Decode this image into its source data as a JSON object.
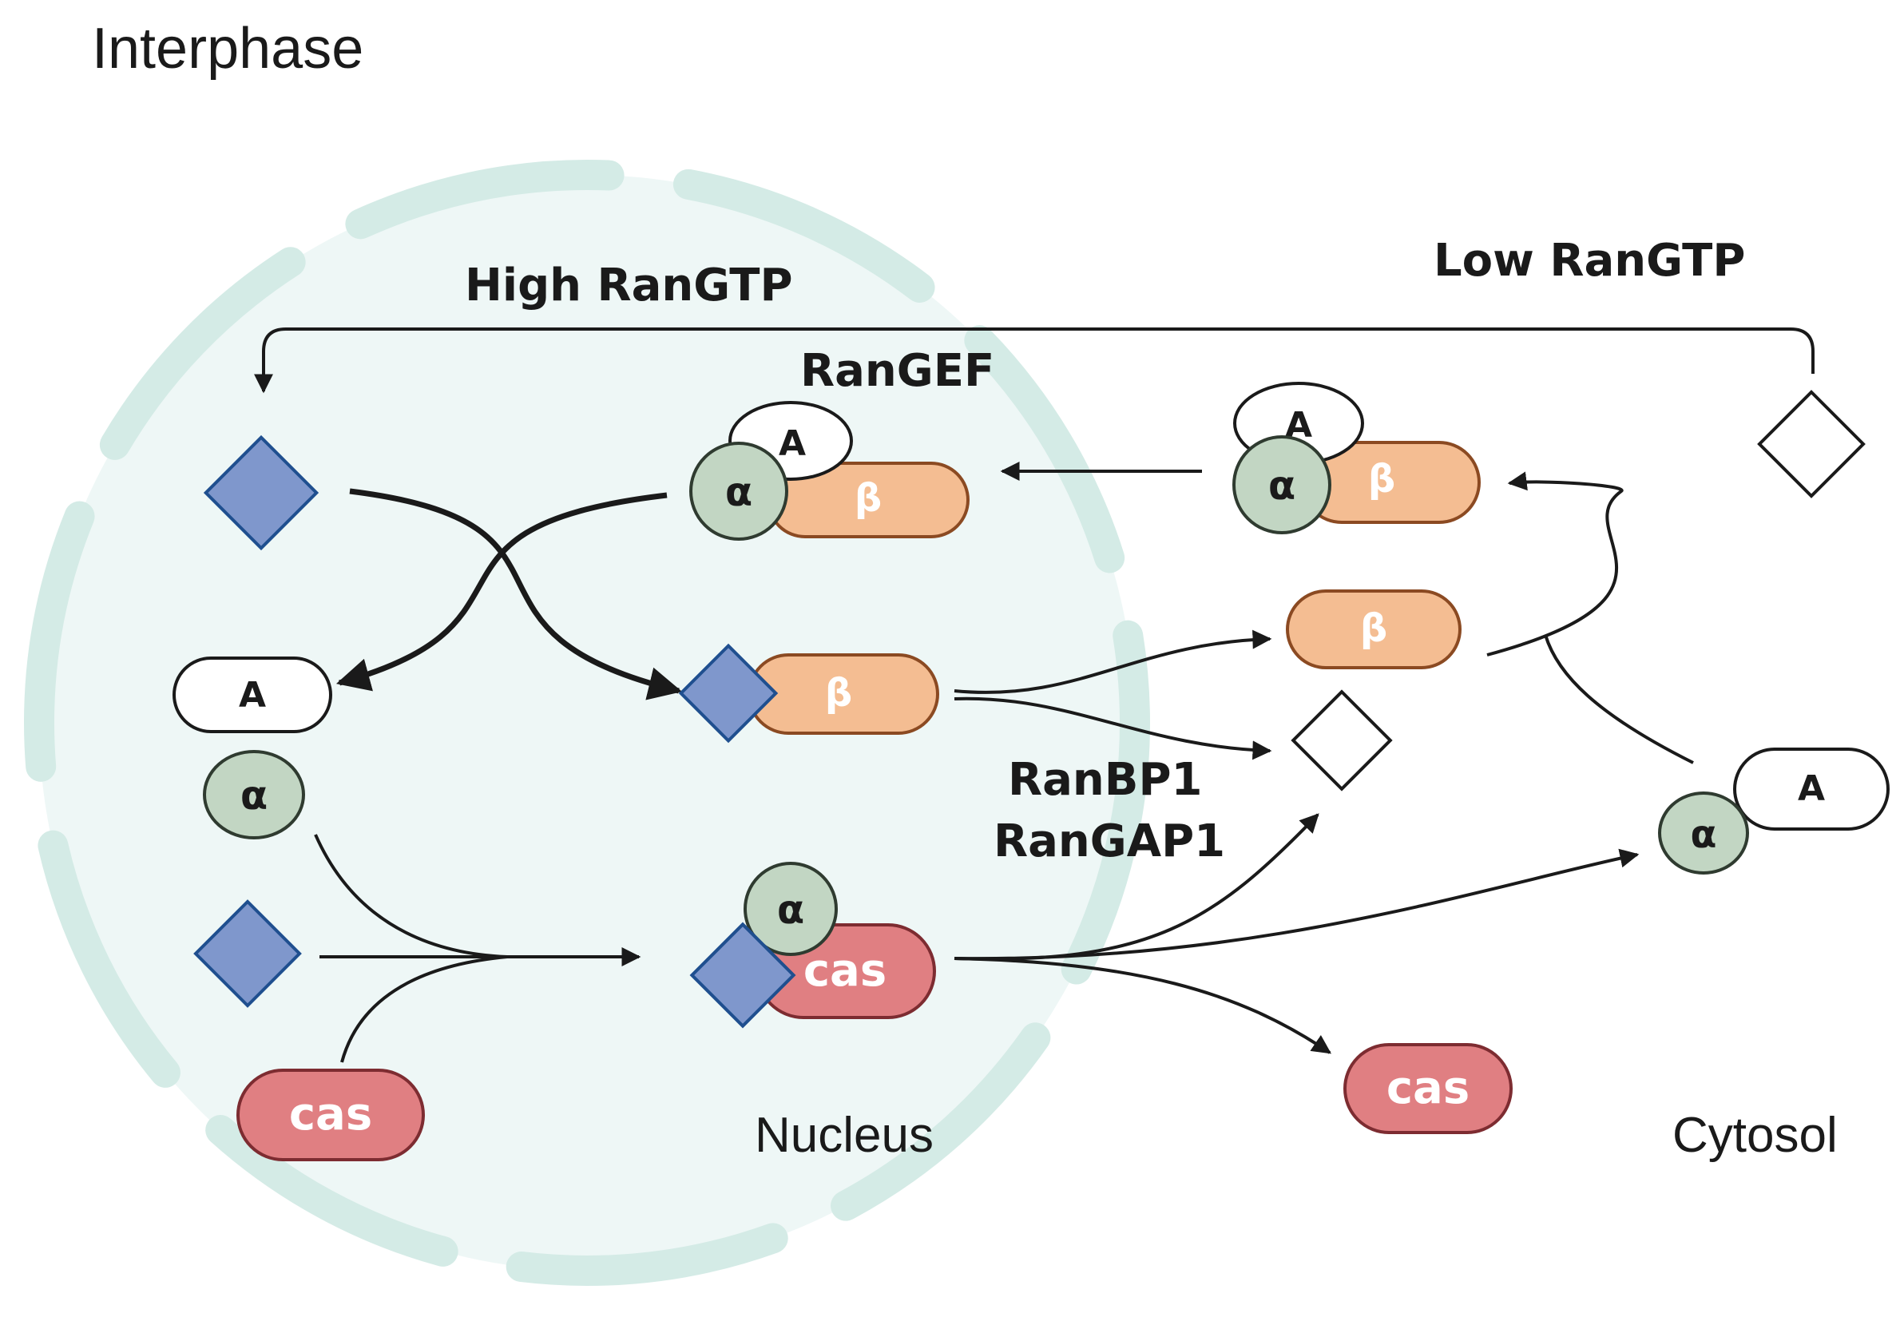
{
  "title": "Interphase",
  "regions": {
    "high": "High RanGTP",
    "low": "Low RanGTP",
    "nucleus": "Nucleus",
    "cytosol": "Cytosol"
  },
  "enzymes": {
    "rangef": "RanGEF",
    "ranbp1": "RanBP1",
    "rangap1": "RanGAP1"
  },
  "molecules": {
    "A": "A",
    "alpha": "α",
    "beta": "β",
    "cas": "cas"
  },
  "colors": {
    "ran_gtp": "#7f97cc",
    "ran_gtp_stroke": "#1f4f8f",
    "beta_fill": "#f4bd92",
    "beta_stroke": "#8b4a22",
    "alpha_fill": "#c2d6c3",
    "alpha_stroke": "#2f3b30",
    "cas_fill": "#e07f82",
    "cas_stroke": "#7d2c31",
    "nucleus_fill": "#eef7f6",
    "nucleus_envelope": "#d4ebe6"
  }
}
